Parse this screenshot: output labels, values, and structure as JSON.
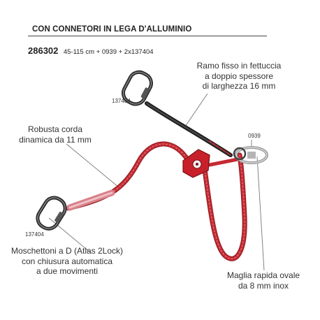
{
  "header": {
    "title": "CON CONNETORI IN LEGA D'ALLUMINIO",
    "product_code": "286302",
    "product_spec": "45-115 cm + 0939 + 2x137404"
  },
  "callouts": {
    "strap_lines": [
      "Ramo fisso in fettuccia",
      "a doppio spessore",
      "di larghezza 16 mm"
    ],
    "rope_lines": [
      "Robusta corda",
      "dinamica da 11 mm"
    ],
    "carabiner_lines": [
      "Moschettoni a D (Atlas 2Lock)",
      "con chiusura automatica",
      "a due movimenti"
    ],
    "maillon_lines": [
      "Maglia rapida ovale",
      "da 8 mm inox"
    ]
  },
  "part_codes": {
    "top_carabiner": "137404",
    "bottom_carabiner": "137404",
    "maillon": "0939"
  },
  "colors": {
    "rope_red": "#c42a32",
    "strap_dark": "#2b2b2b",
    "pulley_red": "#c8202b",
    "leader_line": "#777777"
  }
}
